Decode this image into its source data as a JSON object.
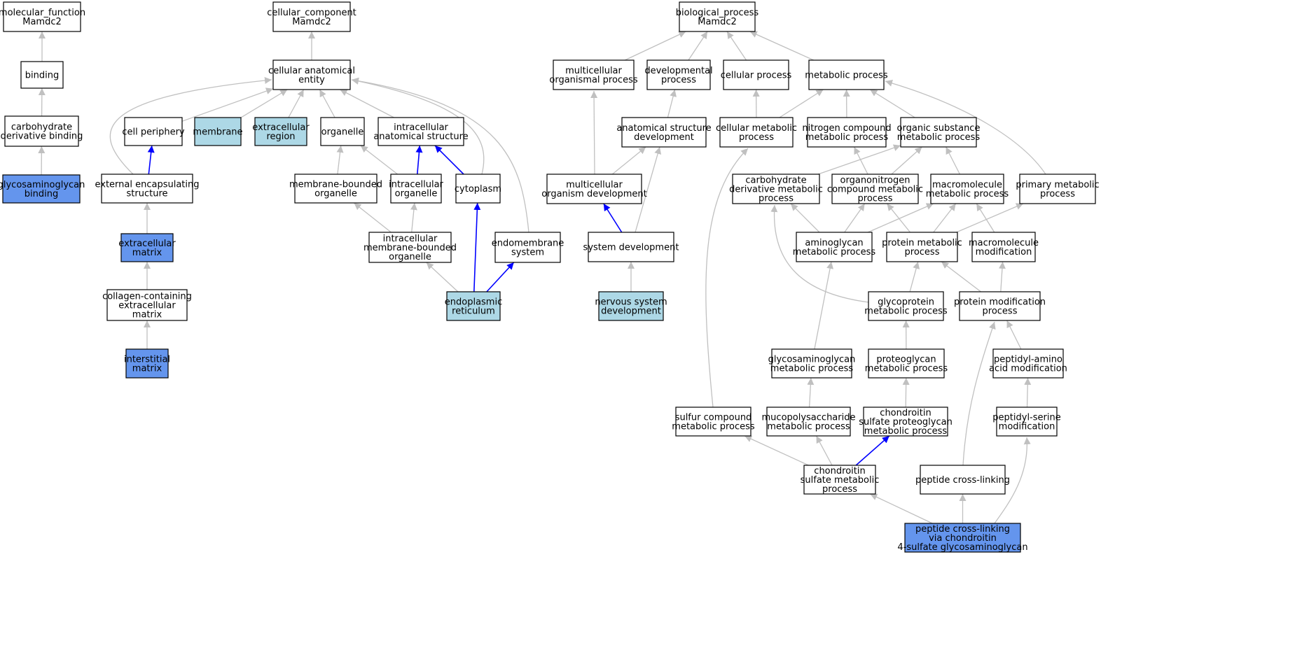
{
  "colors": {
    "plain": "#ffffff",
    "light": "#add8e6",
    "strong": "#6495ed",
    "edge_default": "#c0c0c0",
    "edge_highlight": "#0000ff"
  },
  "nodes": [
    {
      "id": "mf",
      "lines": [
        "molecular_function",
        "Mamdc2"
      ],
      "fill": "plain"
    },
    {
      "id": "binding",
      "lines": [
        "binding"
      ],
      "fill": "plain"
    },
    {
      "id": "carb_bind",
      "lines": [
        "carbohydrate",
        "derivative binding"
      ],
      "fill": "plain"
    },
    {
      "id": "gag_bind",
      "lines": [
        "glycosaminoglycan",
        "binding"
      ],
      "fill": "strong"
    },
    {
      "id": "cc",
      "lines": [
        "cellular_component",
        "Mamdc2"
      ],
      "fill": "plain"
    },
    {
      "id": "cae",
      "lines": [
        "cellular anatomical",
        "entity"
      ],
      "fill": "plain"
    },
    {
      "id": "periphery",
      "lines": [
        "cell periphery"
      ],
      "fill": "plain"
    },
    {
      "id": "membrane",
      "lines": [
        "membrane"
      ],
      "fill": "light"
    },
    {
      "id": "ext_region",
      "lines": [
        "extracellular",
        "region"
      ],
      "fill": "light"
    },
    {
      "id": "organelle",
      "lines": [
        "organelle"
      ],
      "fill": "plain"
    },
    {
      "id": "ias",
      "lines": [
        "intracellular",
        "anatomical structure"
      ],
      "fill": "plain"
    },
    {
      "id": "ext_encaps",
      "lines": [
        "external encapsulating",
        "structure"
      ],
      "fill": "plain"
    },
    {
      "id": "mbo",
      "lines": [
        "membrane-bounded",
        "organelle"
      ],
      "fill": "plain"
    },
    {
      "id": "io",
      "lines": [
        "intracellular",
        "organelle"
      ],
      "fill": "plain"
    },
    {
      "id": "cytoplasm",
      "lines": [
        "cytoplasm"
      ],
      "fill": "plain"
    },
    {
      "id": "ecm",
      "lines": [
        "extracellular",
        "matrix"
      ],
      "fill": "strong"
    },
    {
      "id": "imbo",
      "lines": [
        "intracellular",
        "membrane-bounded",
        "organelle"
      ],
      "fill": "plain"
    },
    {
      "id": "endomem",
      "lines": [
        "endomembrane",
        "system"
      ],
      "fill": "plain"
    },
    {
      "id": "collagen_ecm",
      "lines": [
        "collagen-containing",
        "extracellular",
        "matrix"
      ],
      "fill": "plain"
    },
    {
      "id": "er",
      "lines": [
        "endoplasmic",
        "reticulum"
      ],
      "fill": "light"
    },
    {
      "id": "interstitial",
      "lines": [
        "interstitial",
        "matrix"
      ],
      "fill": "strong"
    },
    {
      "id": "bp",
      "lines": [
        "biological_process",
        "Mamdc2"
      ],
      "fill": "plain"
    },
    {
      "id": "multi_proc",
      "lines": [
        "multicellular",
        "organismal process"
      ],
      "fill": "plain"
    },
    {
      "id": "dev_proc",
      "lines": [
        "developmental",
        "process"
      ],
      "fill": "plain"
    },
    {
      "id": "cell_proc",
      "lines": [
        "cellular process"
      ],
      "fill": "plain"
    },
    {
      "id": "met_proc",
      "lines": [
        "metabolic process"
      ],
      "fill": "plain"
    },
    {
      "id": "asd",
      "lines": [
        "anatomical structure",
        "development"
      ],
      "fill": "plain"
    },
    {
      "id": "cmp",
      "lines": [
        "cellular metabolic",
        "process"
      ],
      "fill": "plain"
    },
    {
      "id": "ncmp",
      "lines": [
        "nitrogen compound",
        "metabolic process"
      ],
      "fill": "plain"
    },
    {
      "id": "osmp",
      "lines": [
        "organic substance",
        "metabolic process"
      ],
      "fill": "plain"
    },
    {
      "id": "mod",
      "lines": [
        "multicellular",
        "organism development"
      ],
      "fill": "plain"
    },
    {
      "id": "cdmp",
      "lines": [
        "carbohydrate",
        "derivative metabolic",
        "process"
      ],
      "fill": "plain"
    },
    {
      "id": "ocmp",
      "lines": [
        "organonitrogen",
        "compound metabolic",
        "process"
      ],
      "fill": "plain"
    },
    {
      "id": "mmp",
      "lines": [
        "macromolecule",
        "metabolic process"
      ],
      "fill": "plain"
    },
    {
      "id": "pmp",
      "lines": [
        "primary metabolic",
        "process"
      ],
      "fill": "plain"
    },
    {
      "id": "sysdev",
      "lines": [
        "system development"
      ],
      "fill": "plain"
    },
    {
      "id": "amp",
      "lines": [
        "aminoglycan",
        "metabolic process"
      ],
      "fill": "plain"
    },
    {
      "id": "protmp",
      "lines": [
        "protein metabolic",
        "process"
      ],
      "fill": "plain"
    },
    {
      "id": "macmod",
      "lines": [
        "macromolecule",
        "modification"
      ],
      "fill": "plain"
    },
    {
      "id": "nsd",
      "lines": [
        "nervous system",
        "development"
      ],
      "fill": "light"
    },
    {
      "id": "gpmp",
      "lines": [
        "glycoprotein",
        "metabolic process"
      ],
      "fill": "plain"
    },
    {
      "id": "pmodp",
      "lines": [
        "protein modification",
        "process"
      ],
      "fill": "plain"
    },
    {
      "id": "gagmp",
      "lines": [
        "glycosaminoglycan",
        "metabolic process"
      ],
      "fill": "plain"
    },
    {
      "id": "pgmp",
      "lines": [
        "proteoglycan",
        "metabolic process"
      ],
      "fill": "plain"
    },
    {
      "id": "paam",
      "lines": [
        "peptidyl-amino",
        "acid modification"
      ],
      "fill": "plain"
    },
    {
      "id": "scmp",
      "lines": [
        "sulfur compound",
        "metabolic process"
      ],
      "fill": "plain"
    },
    {
      "id": "mpsmp",
      "lines": [
        "mucopolysaccharide",
        "metabolic process"
      ],
      "fill": "plain"
    },
    {
      "id": "cspgmp",
      "lines": [
        "chondroitin",
        "sulfate proteoglycan",
        "metabolic process"
      ],
      "fill": "plain"
    },
    {
      "id": "psm",
      "lines": [
        "peptidyl-serine",
        "modification"
      ],
      "fill": "plain"
    },
    {
      "id": "csmp",
      "lines": [
        "chondroitin",
        "sulfate metabolic",
        "process"
      ],
      "fill": "plain"
    },
    {
      "id": "pcl",
      "lines": [
        "peptide cross-linking"
      ],
      "fill": "plain"
    },
    {
      "id": "pclc",
      "lines": [
        "peptide cross-linking",
        "via chondroitin",
        "4-sulfate glycosaminoglycan"
      ],
      "fill": "strong"
    }
  ],
  "edges": [
    {
      "from": "binding",
      "to": "mf",
      "hl": false
    },
    {
      "from": "carb_bind",
      "to": "binding",
      "hl": false
    },
    {
      "from": "gag_bind",
      "to": "carb_bind",
      "hl": false
    },
    {
      "from": "cae",
      "to": "cc",
      "hl": false
    },
    {
      "from": "periphery",
      "to": "cae",
      "hl": false
    },
    {
      "from": "membrane",
      "to": "cae",
      "hl": false
    },
    {
      "from": "ext_region",
      "to": "cae",
      "hl": false
    },
    {
      "from": "organelle",
      "to": "cae",
      "hl": false
    },
    {
      "from": "ias",
      "to": "cae",
      "hl": false
    },
    {
      "from": "ext_encaps",
      "to": "cae",
      "hl": false
    },
    {
      "from": "cytoplasm",
      "to": "cae",
      "hl": false
    },
    {
      "from": "endomem",
      "to": "cae",
      "hl": false
    },
    {
      "from": "ext_encaps",
      "to": "periphery",
      "hl": true
    },
    {
      "from": "mbo",
      "to": "organelle",
      "hl": false
    },
    {
      "from": "io",
      "to": "organelle",
      "hl": false
    },
    {
      "from": "io",
      "to": "ias",
      "hl": true
    },
    {
      "from": "cytoplasm",
      "to": "ias",
      "hl": true
    },
    {
      "from": "ecm",
      "to": "ext_encaps",
      "hl": false
    },
    {
      "from": "imbo",
      "to": "mbo",
      "hl": false
    },
    {
      "from": "imbo",
      "to": "io",
      "hl": false
    },
    {
      "from": "collagen_ecm",
      "to": "ecm",
      "hl": false
    },
    {
      "from": "er",
      "to": "imbo",
      "hl": false
    },
    {
      "from": "er",
      "to": "cytoplasm",
      "hl": true
    },
    {
      "from": "er",
      "to": "endomem",
      "hl": true
    },
    {
      "from": "interstitial",
      "to": "collagen_ecm",
      "hl": false
    },
    {
      "from": "multi_proc",
      "to": "bp",
      "hl": false
    },
    {
      "from": "dev_proc",
      "to": "bp",
      "hl": false
    },
    {
      "from": "cell_proc",
      "to": "bp",
      "hl": false
    },
    {
      "from": "met_proc",
      "to": "bp",
      "hl": false
    },
    {
      "from": "asd",
      "to": "dev_proc",
      "hl": false
    },
    {
      "from": "mod",
      "to": "multi_proc",
      "hl": false
    },
    {
      "from": "mod",
      "to": "asd",
      "hl": false
    },
    {
      "from": "sysdev",
      "to": "asd",
      "hl": false
    },
    {
      "from": "sysdev",
      "to": "mod",
      "hl": true
    },
    {
      "from": "nsd",
      "to": "sysdev",
      "hl": false
    },
    {
      "from": "cmp",
      "to": "cell_proc",
      "hl": false
    },
    {
      "from": "cmp",
      "to": "met_proc",
      "hl": false
    },
    {
      "from": "ncmp",
      "to": "met_proc",
      "hl": false
    },
    {
      "from": "osmp",
      "to": "met_proc",
      "hl": false
    },
    {
      "from": "pmp",
      "to": "met_proc",
      "hl": false
    },
    {
      "from": "cdmp",
      "to": "osmp",
      "hl": false
    },
    {
      "from": "ocmp",
      "to": "ncmp",
      "hl": false
    },
    {
      "from": "ocmp",
      "to": "osmp",
      "hl": false
    },
    {
      "from": "mmp",
      "to": "osmp",
      "hl": false
    },
    {
      "from": "amp",
      "to": "cdmp",
      "hl": false
    },
    {
      "from": "amp",
      "to": "ocmp",
      "hl": false
    },
    {
      "from": "amp",
      "to": "mmp",
      "hl": false
    },
    {
      "from": "protmp",
      "to": "ocmp",
      "hl": false
    },
    {
      "from": "protmp",
      "to": "mmp",
      "hl": false
    },
    {
      "from": "protmp",
      "to": "pmp",
      "hl": false
    },
    {
      "from": "macmod",
      "to": "mmp",
      "hl": false
    },
    {
      "from": "gpmp",
      "to": "cdmp",
      "hl": false
    },
    {
      "from": "gpmp",
      "to": "protmp",
      "hl": false
    },
    {
      "from": "pmodp",
      "to": "protmp",
      "hl": false
    },
    {
      "from": "pmodp",
      "to": "macmod",
      "hl": false
    },
    {
      "from": "gagmp",
      "to": "amp",
      "hl": false
    },
    {
      "from": "pgmp",
      "to": "gpmp",
      "hl": false
    },
    {
      "from": "paam",
      "to": "pmodp",
      "hl": false
    },
    {
      "from": "scmp",
      "to": "cmp",
      "hl": false
    },
    {
      "from": "mpsmp",
      "to": "gagmp",
      "hl": false
    },
    {
      "from": "cspgmp",
      "to": "pgmp",
      "hl": false
    },
    {
      "from": "psm",
      "to": "paam",
      "hl": false
    },
    {
      "from": "csmp",
      "to": "scmp",
      "hl": false
    },
    {
      "from": "csmp",
      "to": "mpsmp",
      "hl": false
    },
    {
      "from": "csmp",
      "to": "cspgmp",
      "hl": true
    },
    {
      "from": "pcl",
      "to": "pmodp",
      "hl": false
    },
    {
      "from": "pclc",
      "to": "csmp",
      "hl": false
    },
    {
      "from": "pclc",
      "to": "pcl",
      "hl": false
    },
    {
      "from": "pclc",
      "to": "psm",
      "hl": false
    }
  ]
}
